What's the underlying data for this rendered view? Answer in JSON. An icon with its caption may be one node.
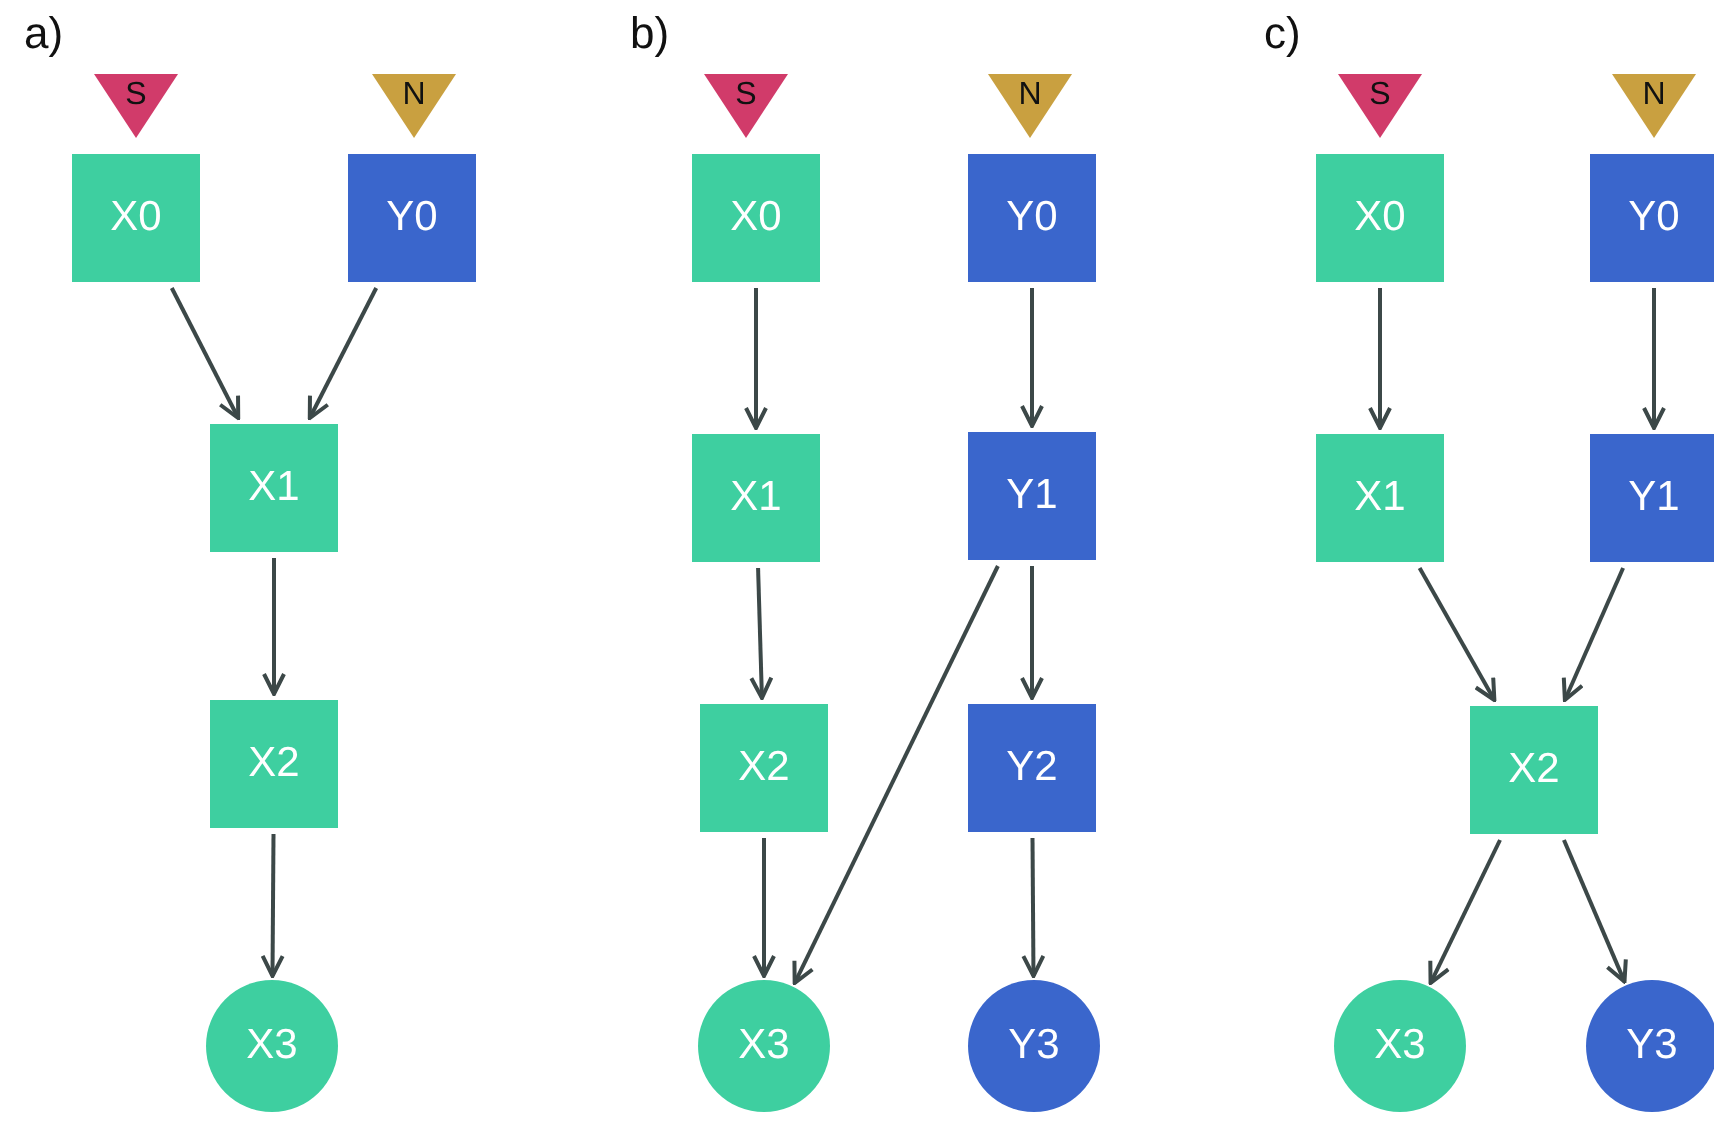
{
  "diagram": {
    "nodes": [
      {
        "text": [
          "S"
        ]
      },
      {
        "text": [
          "N"
        ]
      },
      {
        "text": [
          "X0"
        ]
      },
      {
        "text": [
          "Y0"
        ]
      },
      {
        "text": [
          "X1"
        ]
      },
      {
        "text": [
          "X2"
        ]
      },
      {
        "text": [
          "X3"
        ]
      },
      {
        "text": [
          "S"
        ]
      },
      {
        "text": [
          "N"
        ]
      },
      {
        "text": [
          "X0"
        ]
      },
      {
        "text": [
          "Y0"
        ]
      },
      {
        "text": [
          "X1"
        ]
      },
      {
        "text": [
          "Y1"
        ]
      },
      {
        "text": [
          "X2"
        ]
      },
      {
        "text": [
          "Y2"
        ]
      },
      {
        "text": [
          "X3"
        ]
      },
      {
        "text": [
          "Y3"
        ]
      },
      {
        "text": [
          "S"
        ]
      },
      {
        "text": [
          "N"
        ]
      },
      {
        "text": [
          "X0"
        ]
      },
      {
        "text": [
          "Y0"
        ]
      },
      {
        "text": [
          "X1"
        ]
      },
      {
        "text": [
          "Y1"
        ]
      },
      {
        "text": [
          "X2"
        ]
      },
      {
        "text": [
          "X3"
        ]
      },
      {
        "text": [
          "Y3"
        ]
      }
    ],
    "edges": [
      {
        "from": 2,
        "to": 4,
        "arrow": "to"
      },
      {
        "from": 3,
        "to": 4,
        "arrow": "to"
      },
      {
        "from": 4,
        "to": 5,
        "arrow": "to"
      },
      {
        "from": 5,
        "to": 6,
        "arrow": "to"
      },
      {
        "from": 9,
        "to": 11,
        "arrow": "to"
      },
      {
        "from": 10,
        "to": 12,
        "arrow": "to"
      },
      {
        "from": 11,
        "to": 13,
        "arrow": "to"
      },
      {
        "from": 12,
        "to": 14,
        "arrow": "to"
      },
      {
        "from": 12,
        "to": 15,
        "arrow": "to"
      },
      {
        "from": 13,
        "to": 15,
        "arrow": "to"
      },
      {
        "from": 14,
        "to": 16,
        "arrow": "to"
      },
      {
        "from": 19,
        "to": 21,
        "arrow": "to"
      },
      {
        "from": 20,
        "to": 22,
        "arrow": "to"
      },
      {
        "from": 21,
        "to": 23,
        "arrow": "to"
      },
      {
        "from": 22,
        "to": 23,
        "arrow": "to"
      },
      {
        "from": 23,
        "to": 24,
        "arrow": "to"
      },
      {
        "from": 23,
        "to": 25,
        "arrow": "to"
      }
    ],
    "labels": [
      "a)",
      "b)",
      "c)"
    ]
  }
}
